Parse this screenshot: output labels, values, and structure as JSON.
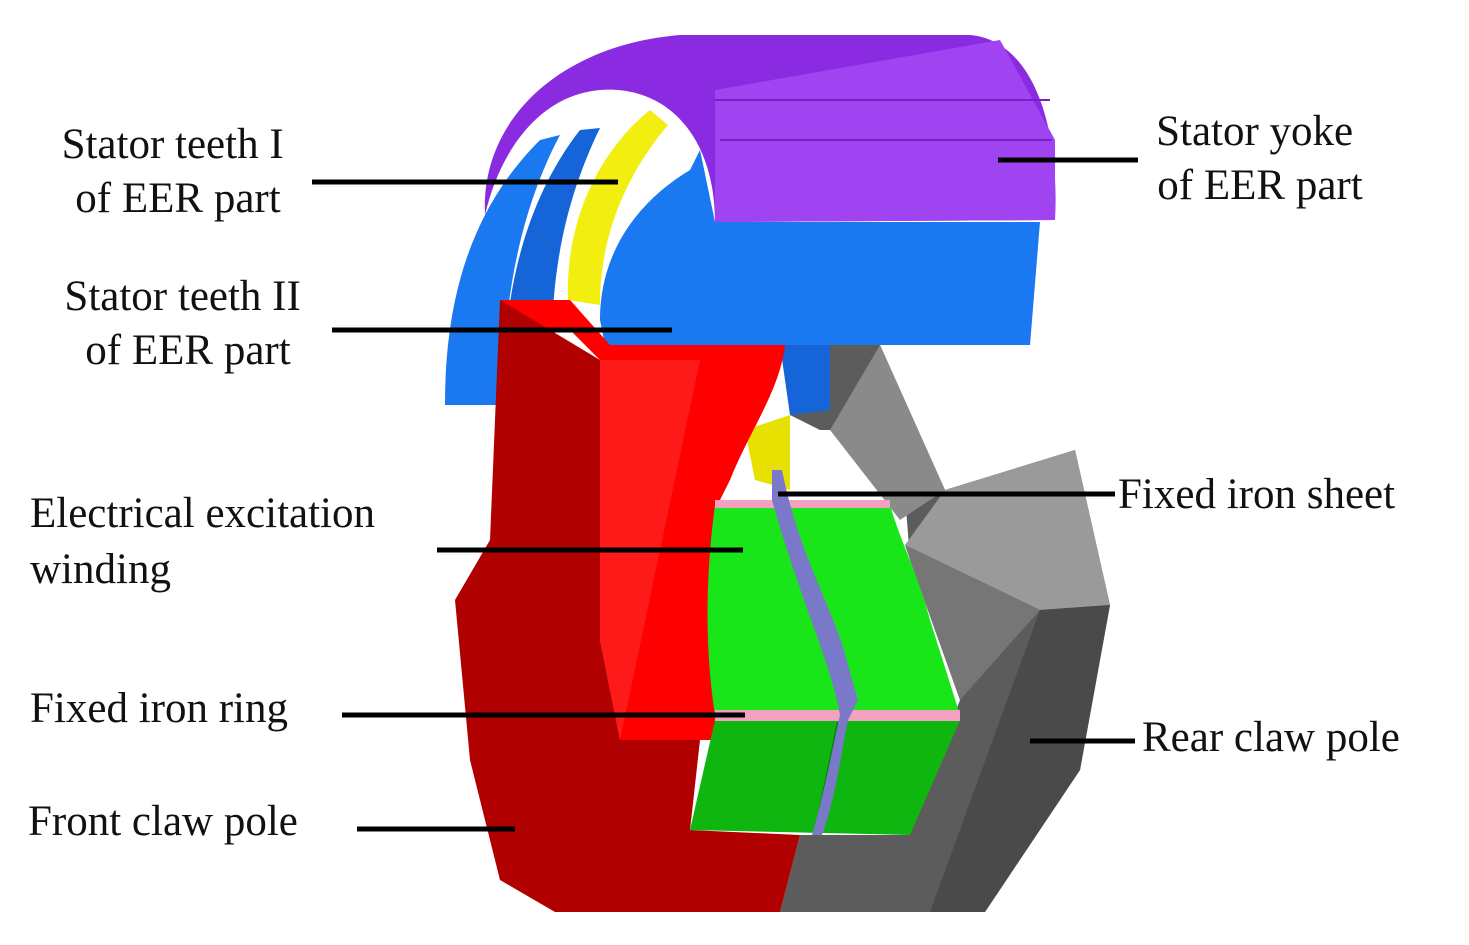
{
  "labels": {
    "stator_teeth_1": {
      "line1": "Stator teeth I",
      "line2": "of EER part"
    },
    "stator_teeth_2": {
      "line1": "Stator teeth II",
      "line2": "of EER part"
    },
    "stator_yoke": {
      "line1": "Stator yoke",
      "line2": "of EER part"
    },
    "excitation_winding": {
      "line1": "Electrical excitation",
      "line2": "winding"
    },
    "fixed_iron_sheet": "Fixed iron sheet",
    "fixed_iron_ring": "Fixed iron ring",
    "rear_claw_pole": "Rear claw pole",
    "front_claw_pole": "Front claw pole"
  },
  "colors": {
    "stator_yoke": "#8a2be2",
    "stator_teeth_1": "#f2ee10",
    "stator_teeth_2": "#1a78f0",
    "front_claw_pole": "#ff0000",
    "front_claw_pole_dark": "#b00000",
    "rear_claw_pole": "#6e6e6e",
    "excitation_winding": "#19e619",
    "fixed_iron_ring": "#f4a0c0",
    "fixed_iron_sheet": "#7a78c8"
  }
}
